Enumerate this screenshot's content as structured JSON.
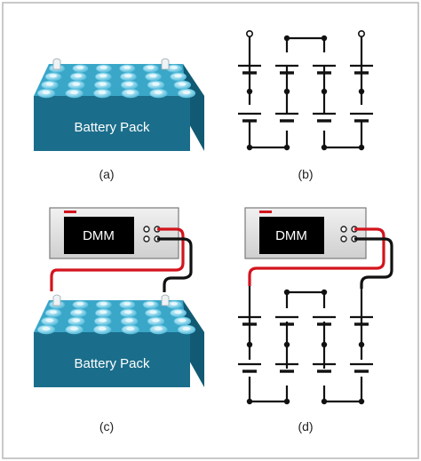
{
  "panels": {
    "a": {
      "caption": "(a)",
      "pack_label": "Battery Pack"
    },
    "b": {
      "caption": "(b)"
    },
    "c": {
      "caption": "(c)",
      "pack_label": "Battery Pack",
      "meter_label": "DMM"
    },
    "d": {
      "caption": "(d)",
      "meter_label": "DMM"
    }
  },
  "colors": {
    "frame": "#b7b7b7",
    "pack_front": "#1b6e8b",
    "pack_top": "#3aa6c8",
    "cell": "#9fdcef",
    "cell_ring": "#5cc1de",
    "terminal": "#eef3f5",
    "meter_body": "#e3e3e3",
    "meter_screen": "#000000",
    "meter_accent": "#d3141d",
    "lead_red": "#d3141d",
    "lead_black": "#111111",
    "wire": "#111111"
  }
}
